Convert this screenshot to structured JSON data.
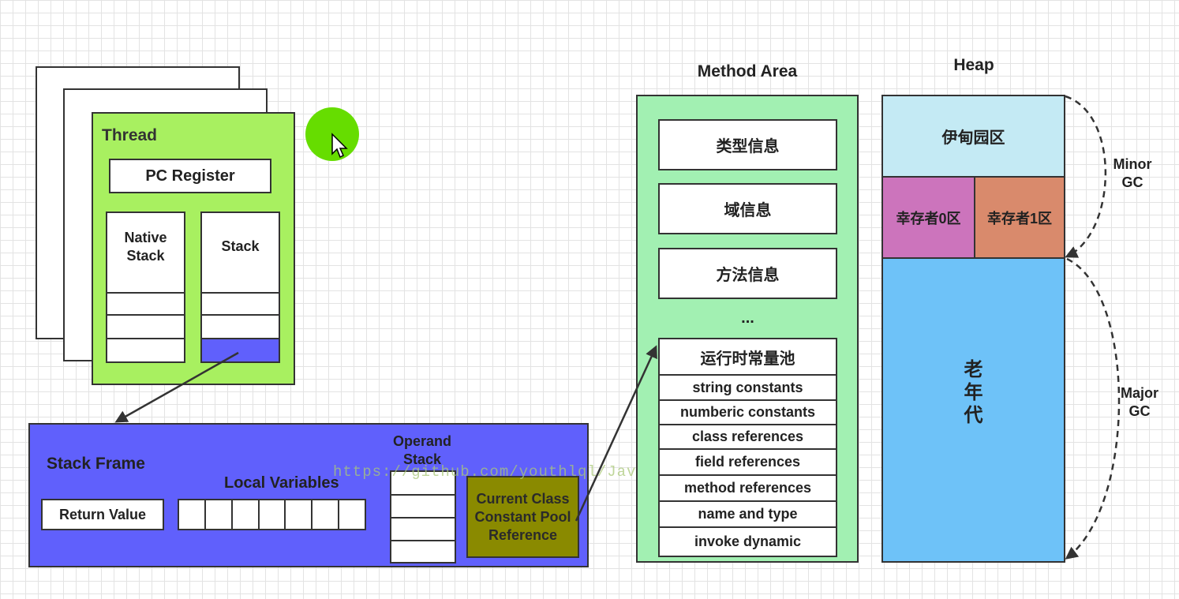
{
  "thread": {
    "title": "Thread",
    "pc_register": "PC Register",
    "native_stack": "Native\nStack",
    "stack": "Stack"
  },
  "stack_frame": {
    "title": "Stack Frame",
    "return_value": "Return Value",
    "local_variables": "Local Variables",
    "operand_stack": "Operand\nStack",
    "constant_pool_ref": "Current Class\nConstant Pool\nReference"
  },
  "watermark": "https://github.com/youthlql/JavaYouth",
  "method_area": {
    "title": "Method Area",
    "items": [
      "类型信息",
      "域信息",
      "方法信息"
    ],
    "ellipsis": "...",
    "runtime_pool": {
      "title": "运行时常量池",
      "entries": [
        "string constants",
        "numberic constants",
        "class references",
        "field references",
        "method references",
        "name and type",
        "invoke dynamic"
      ]
    }
  },
  "heap": {
    "title": "Heap",
    "eden": "伊甸园区",
    "survivor0": "幸存者0区",
    "survivor1": "幸存者1区",
    "old_gen": "老\n年\n代",
    "minor_gc": "Minor\nGC",
    "major_gc": "Major\nGC"
  },
  "colors": {
    "thread_green": "#a8f060",
    "stack_frame_blue": "#6060fc",
    "method_area_green": "#a2f0b2",
    "eden": "#c4eaf4",
    "survivor0": "#cc74bc",
    "survivor1": "#d98a6c",
    "old_gen": "#6ec2f8",
    "constant_pool_ref": "#8a8a00",
    "cursor_highlight": "#66dd00"
  }
}
